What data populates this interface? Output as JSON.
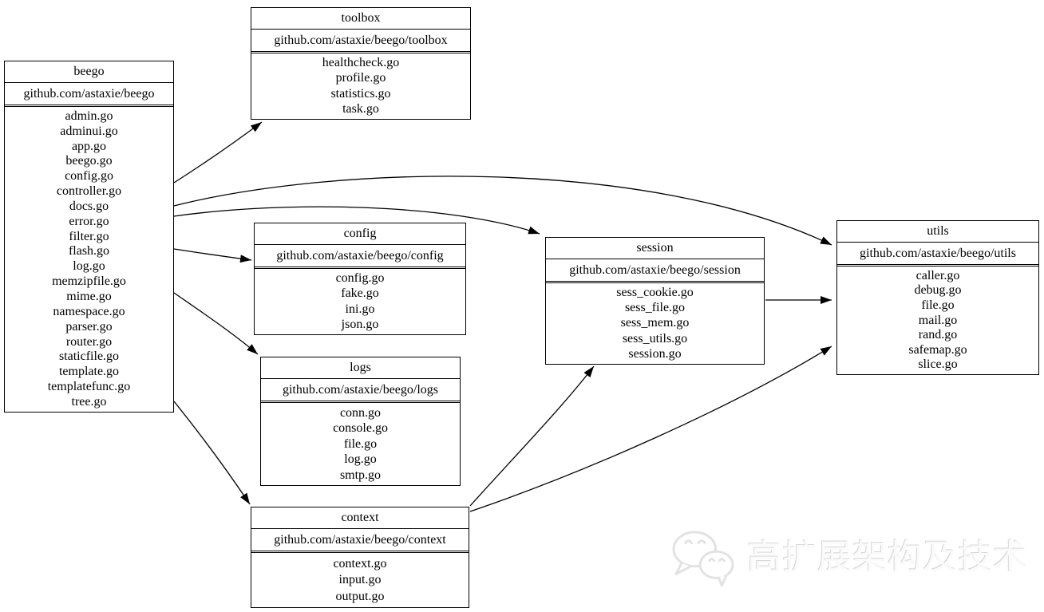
{
  "diagram": {
    "description": "beego framework Go package dependency graph",
    "nodes": [
      {
        "id": "beego",
        "title": "beego",
        "path": "github.com/astaxie/beego",
        "files": [
          "admin.go",
          "adminui.go",
          "app.go",
          "beego.go",
          "config.go",
          "controller.go",
          "docs.go",
          "error.go",
          "filter.go",
          "flash.go",
          "log.go",
          "memzipfile.go",
          "mime.go",
          "namespace.go",
          "parser.go",
          "router.go",
          "staticfile.go",
          "template.go",
          "templatefunc.go",
          "tree.go"
        ]
      },
      {
        "id": "toolbox",
        "title": "toolbox",
        "path": "github.com/astaxie/beego/toolbox",
        "files": [
          "healthcheck.go",
          "profile.go",
          "statistics.go",
          "task.go"
        ]
      },
      {
        "id": "config",
        "title": "config",
        "path": "github.com/astaxie/beego/config",
        "files": [
          "config.go",
          "fake.go",
          "ini.go",
          "json.go"
        ]
      },
      {
        "id": "logs",
        "title": "logs",
        "path": "github.com/astaxie/beego/logs",
        "files": [
          "conn.go",
          "console.go",
          "file.go",
          "log.go",
          "smtp.go"
        ]
      },
      {
        "id": "context",
        "title": "context",
        "path": "github.com/astaxie/beego/context",
        "files": [
          "context.go",
          "input.go",
          "output.go"
        ]
      },
      {
        "id": "session",
        "title": "session",
        "path": "github.com/astaxie/beego/session",
        "files": [
          "sess_cookie.go",
          "sess_file.go",
          "sess_mem.go",
          "sess_utils.go",
          "session.go"
        ]
      },
      {
        "id": "utils",
        "title": "utils",
        "path": "github.com/astaxie/beego/utils",
        "files": [
          "caller.go",
          "debug.go",
          "file.go",
          "mail.go",
          "rand.go",
          "safemap.go",
          "slice.go"
        ]
      }
    ],
    "edges": [
      {
        "from": "beego",
        "to": "toolbox"
      },
      {
        "from": "beego",
        "to": "config"
      },
      {
        "from": "beego",
        "to": "logs"
      },
      {
        "from": "beego",
        "to": "context"
      },
      {
        "from": "beego",
        "to": "session"
      },
      {
        "from": "beego",
        "to": "utils"
      },
      {
        "from": "session",
        "to": "utils"
      },
      {
        "from": "context",
        "to": "session"
      },
      {
        "from": "context",
        "to": "utils"
      }
    ]
  },
  "watermark": {
    "icon": "wechat-icon",
    "text": "高扩展架构及技术"
  },
  "colors": {
    "background": "#ffffff",
    "border": "#000000",
    "text": "#000000",
    "edge": "#000000",
    "watermark_gray": "#d7d7d7"
  }
}
